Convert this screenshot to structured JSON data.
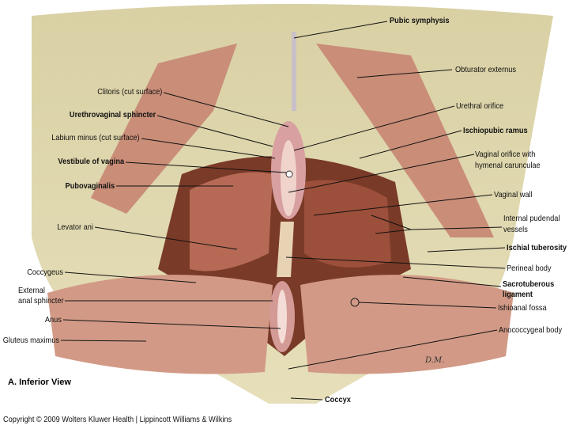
{
  "figure_label": "A.",
  "figure_title": "Inferior View",
  "copyright": "Copyright © 2009 Wolters Kluwer Health | Lippincott Williams & Wilkins",
  "signature": "D.M.",
  "left_labels": [
    "Clitoris (cut surface)",
    "Urethrovaginal sphincter",
    "Labium minus (cut surface)",
    "Vestibule of vagina",
    "Pubovaginalis",
    "Levator ani",
    "Coccygeus",
    "External",
    "anal sphincter",
    "Anus",
    "Gluteus maximus"
  ],
  "right_labels": [
    "Pubic symphysis",
    "Obturator externus",
    "Urethral orifice",
    "Ischiopubic ramus",
    "Vaginal orifice with",
    "hymenal carunculae",
    "Vaginal wall",
    "Internal pudendal",
    "vessels",
    "Ischial tuberosity",
    "Perineal body",
    "Sacrotuberous",
    "ligament",
    "Ishioanal fossa",
    "Anococcygeal body",
    "Coccyx"
  ]
}
